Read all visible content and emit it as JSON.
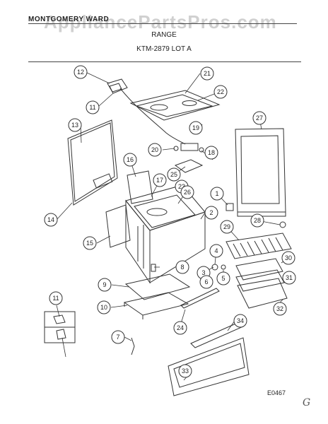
{
  "header": {
    "brand": "MONTGOMERY WARD",
    "watermark": "AppliancePartsPros.com",
    "title": "RANGE",
    "model": "KTM-2879 LOT A"
  },
  "callouts": [
    "1",
    "2",
    "3",
    "4",
    "5",
    "6",
    "7",
    "8",
    "9",
    "10",
    "11",
    "12",
    "13",
    "14",
    "15",
    "16",
    "17",
    "18",
    "19",
    "20",
    "21",
    "22",
    "23",
    "24",
    "25",
    "26",
    "27",
    "28",
    "29",
    "30",
    "31",
    "32",
    "33",
    "34",
    "11"
  ],
  "footer": {
    "drawing_code": "E0467",
    "mark": "G"
  }
}
